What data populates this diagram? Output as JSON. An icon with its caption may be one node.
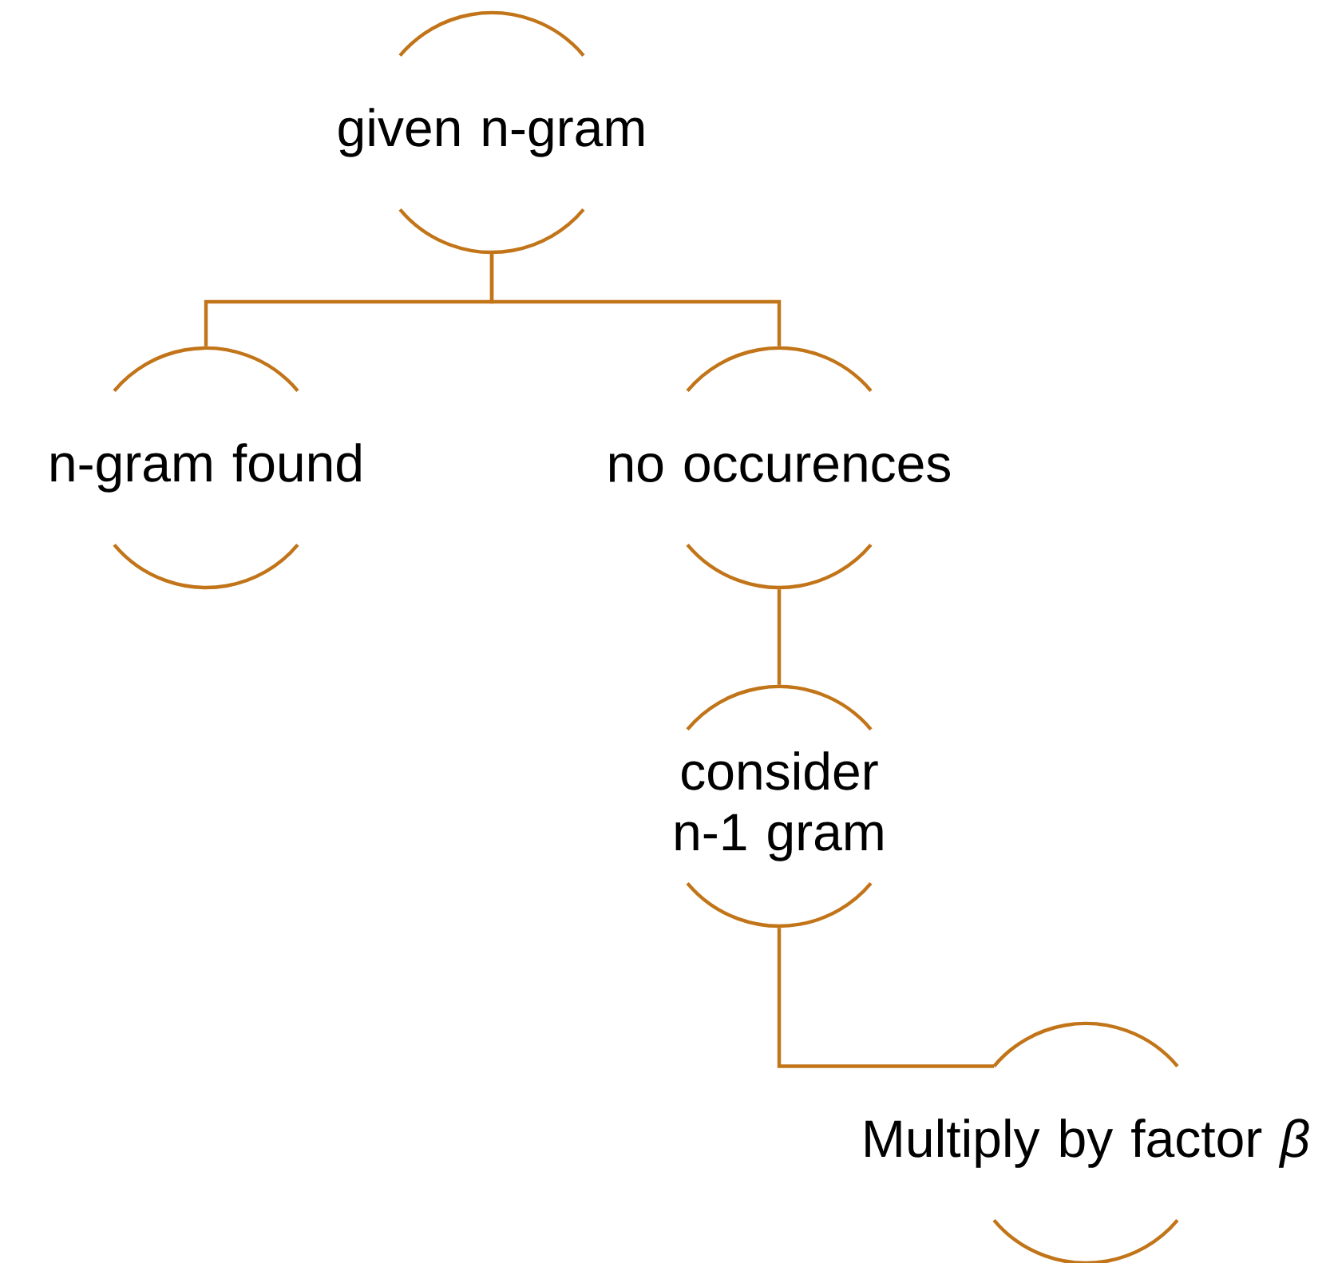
{
  "diagram": {
    "nodes": [
      {
        "text": [
          "given n-gram"
        ]
      },
      {
        "text": [
          "n-gram found"
        ]
      },
      {
        "text": [
          "no occurences"
        ]
      },
      {
        "text": [
          "consider n-1 gram"
        ]
      },
      {
        "text": [
          "Multiply by factor *β*"
        ]
      }
    ],
    "edges": [
      {
        "from": 0,
        "to": 1,
        "arrow": "none"
      },
      {
        "from": 0,
        "to": 2,
        "arrow": "none"
      },
      {
        "from": 2,
        "to": 3,
        "arrow": "none"
      },
      {
        "from": 3,
        "to": 4,
        "arrow": "none"
      }
    ]
  }
}
